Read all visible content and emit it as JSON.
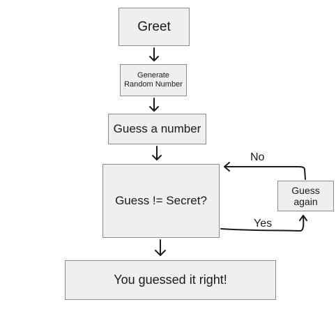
{
  "flowchart": {
    "nodes": {
      "greet": "Greet",
      "generate_line1": "Generate",
      "generate_line2": "Random Number",
      "guess_number": "Guess a number",
      "condition": "Guess != Secret?",
      "guess_again_line1": "Guess",
      "guess_again_line2": "again",
      "success": "You guessed it right!"
    },
    "edges": {
      "no_label": "No",
      "yes_label": "Yes"
    }
  }
}
